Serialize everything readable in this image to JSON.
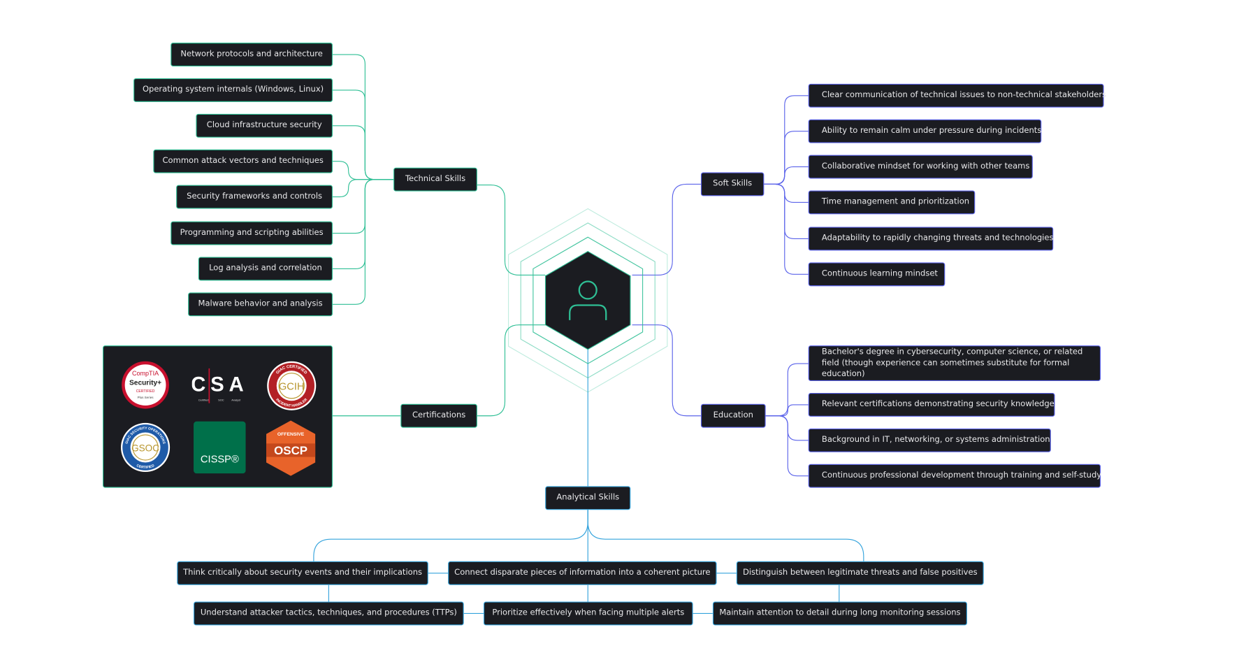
{
  "center": {
    "icon": "user-icon"
  },
  "technical": {
    "label": "Technical Skills",
    "items": [
      "Network protocols and architecture",
      "Operating system internals (Windows, Linux)",
      "Cloud infrastructure security",
      "Common attack vectors and techniques",
      "Security frameworks and controls",
      "Programming and scripting abilities",
      "Log analysis and correlation",
      "Malware behavior and analysis"
    ]
  },
  "soft": {
    "label": "Soft Skills",
    "items": [
      "Clear communication of technical issues to non-technical stakeholders",
      "Ability to remain calm under pressure during incidents",
      "Collaborative mindset for working with other teams",
      "Time management and prioritization",
      "Adaptability to rapidly changing threats and technologies",
      "Continuous learning mindset"
    ]
  },
  "education": {
    "label": "Education",
    "items": [
      "Bachelor's degree in cybersecurity, computer science, or related field (though experience can sometimes substitute for formal education)",
      "Relevant certifications demonstrating security knowledge",
      "Background in IT, networking, or systems administration",
      "Continuous professional development through training and self-study"
    ]
  },
  "certifications": {
    "label": "Certifications",
    "badges": {
      "security_plus": {
        "brand": "CompTIA",
        "name": "Security+",
        "tag": "CERTIFIED",
        "sub": "Plus Series"
      },
      "csa": {
        "name": "CSA",
        "sub": [
          "Certified",
          "SOC",
          "Analyst"
        ]
      },
      "gcih": {
        "top": "GIAC CERTIFIED",
        "name": "GCIH",
        "bottom": "INCIDENT HANDLER"
      },
      "gsoc": {
        "top": "GIAC SECURITY OPERATIONS",
        "name": "GSOC",
        "bottom": "CERTIFIED"
      },
      "cissp": {
        "name": "CISSP®"
      },
      "oscp": {
        "top": "OFFENSIVE",
        "name": "OSCP"
      }
    }
  },
  "analytical": {
    "label": "Analytical Skills",
    "row1": [
      "Think critically about security events and their implications",
      "Connect disparate pieces of information into a coherent picture",
      "Distinguish between legitimate threats and false positives"
    ],
    "row2": [
      "Understand attacker tactics, techniques, and procedures (TTPs)",
      "Prioritize effectively when facing multiple alerts",
      "Maintain attention to detail during long monitoring sessions"
    ]
  },
  "colors": {
    "green": "#2fbf95",
    "blue": "#5b63ea",
    "cyan": "#34a3dc",
    "node_bg": "#1b1c21"
  }
}
